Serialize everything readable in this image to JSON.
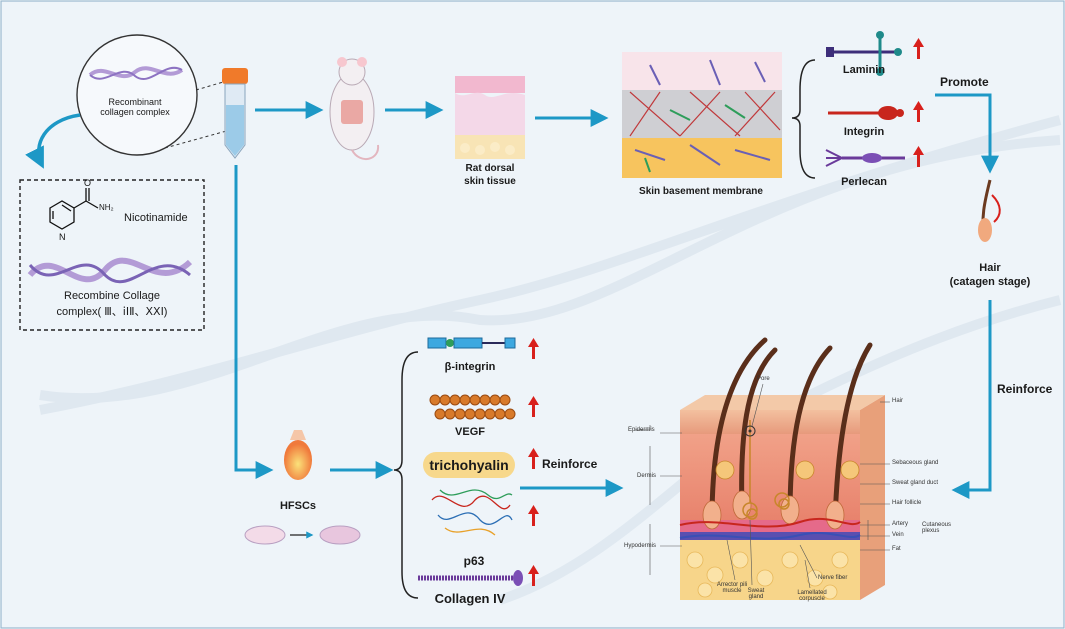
{
  "labels": {
    "collagen_complex": "Recombinant collagen complex",
    "nicotinamide": "Nicotinamide",
    "nh2": "NH₂",
    "recombine_line1": "Recombine Collage",
    "recombine_line2": "complex( Ⅲ、ⅰⅠⅡ、ⅩⅩⅠ)",
    "rat_line1": "Rat dorsal",
    "rat_line2": "skin tissue",
    "basement_membrane": "Skin basement membrane",
    "laminin": "Laminin",
    "integrin": "Integrin",
    "perlecan": "Perlecan",
    "promote": "Promote",
    "hair_line1": "Hair",
    "hair_line2": "(catagen stage)",
    "reinforce_right": "Reinforce",
    "reinforce_mid": "Reinforce",
    "hfscs": "HFSCs",
    "beta_integrin": "β-integrin",
    "vegf": "VEGF",
    "trichohyalin": "trichohyalin",
    "p63": "p63",
    "collagen_iv": "Collagen IV"
  },
  "skin_labels": {
    "pore": "Pore",
    "hair": "Hair",
    "epidermis": "Epidermis",
    "dermis": "Dermis",
    "hypodermis": "Hypodermis",
    "sebaceous_gland": "Sebaceous gland",
    "sweat_gland_duct": "Sweat gland duct",
    "hair_follicle": "Hair follicle",
    "artery": "Artery",
    "vein": "Vein",
    "cutaneous_plexus": "Cutaneous plexus",
    "fat": "Fat",
    "arrector_pili": "Arrector pili muscle",
    "sweat_gland": "Sweat gland",
    "nerve_fiber": "Nerve fiber",
    "lamellated_corpuscle": "Lamellated corpuscle"
  },
  "colors": {
    "background": "#eef4f9",
    "arrow": "#1d98c6",
    "up_arrow": "#d8201c",
    "pill": "#f7d88c"
  }
}
